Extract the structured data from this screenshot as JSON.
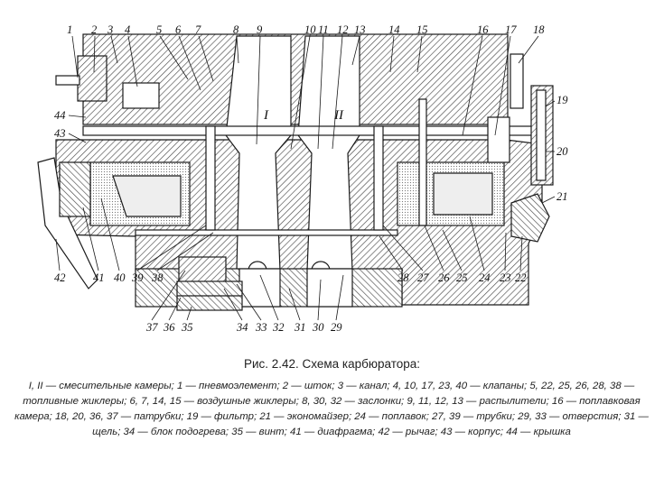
{
  "figure": {
    "title": "Рис. 2.42. Схема карбюратора:",
    "legend_lines": [
      "I, II — смесительные камеры; 1 — пневмоэлемент; 2 — шток; 3 — канал; 4, 10, 17, 23, 40 — клапаны; 5, 22, 25, 26, 28, 38 —",
      "топливные жиклеры; 6, 7, 14, 15 — воздушные жиклеры; 8, 30, 32 — заслонки; 9, 11, 12, 13 — распылители; 16 — поплавковая",
      "камера; 18, 20, 36, 37 — патрубки; 19 — фильтр; 21 — экономайзер; 24 — поплавок; 27, 39 — трубки; 29, 33 — отверстия; 31 —",
      "щель; 34 — блок подогрева; 35 — винт; 41 — диафрагма; 42 — рычаг; 43 — корпус; 44 — крышка"
    ],
    "chamber_labels": [
      "I",
      "II"
    ],
    "callouts_top": [
      "1",
      "2",
      "3",
      "4",
      "5",
      "6",
      "7",
      "8",
      "9",
      "10",
      "11",
      "12",
      "13",
      "14",
      "15",
      "16",
      "17",
      "18"
    ],
    "callouts_right": [
      "19",
      "20",
      "21"
    ],
    "callouts_left": [
      "44",
      "43"
    ],
    "callouts_bottom_right": [
      "22",
      "23",
      "24",
      "25",
      "26",
      "27",
      "28"
    ],
    "callouts_bottom_left": [
      "42",
      "41",
      "40",
      "39",
      "38"
    ],
    "callouts_bottom": [
      "37",
      "36",
      "35",
      "34",
      "33",
      "32",
      "31",
      "30",
      "29"
    ]
  },
  "colors": {
    "ink": "#1a1a1a",
    "paper": "#ffffff",
    "hatch": "#5a5a5a"
  }
}
